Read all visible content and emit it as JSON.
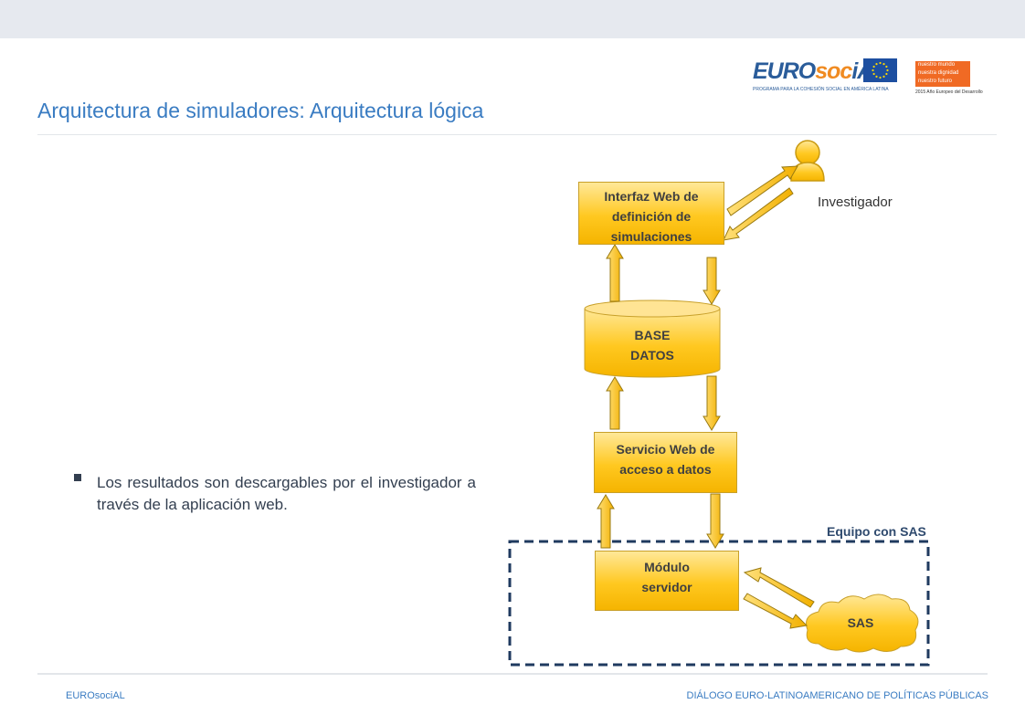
{
  "slide": {
    "title": "Arquitectura de simuladores: Arquitectura lógica",
    "footer_left": "EUROsociAL",
    "footer_right": "DIÁLOGO EURO-LATINOAMERICANO DE POLÍTICAS PÚBLICAS"
  },
  "logos": {
    "eurosocial_wordmark_a": "EURO",
    "eurosocial_wordmark_b": "soc",
    "eurosocial_wordmark_c": "iAL",
    "eurosocial_tagline": "PROGRAMA PARA LA COHESIÓN SOCIAL EN AMÉRICA LATINA",
    "box_line_1": "nuestro mundo",
    "box_line_2": "nuestra dignidad",
    "box_line_3": "nuestro futuro",
    "year_line": "2015 Año Europeo del Desarrollo"
  },
  "bullet": {
    "text": "Los resultados son descargables por el investigador a través de la aplicación web."
  },
  "diagram": {
    "investigador": "Investigador",
    "interfaz_line1": "Interfaz Web de",
    "interfaz_line2": "definición de",
    "interfaz_line3": "simulaciones",
    "db_line1": "BASE",
    "db_line2": "DATOS",
    "servicio_line1": "Servicio Web de",
    "servicio_line2": "acceso a datos",
    "modulo_line1": "Módulo",
    "modulo_line2": "servidor",
    "sas": "SAS",
    "equipo": "Equipo con SAS"
  },
  "colors": {
    "title_blue": "#3a7cc2",
    "node_gold": "#ffc820",
    "dashed_border": "#1f3a5f"
  }
}
